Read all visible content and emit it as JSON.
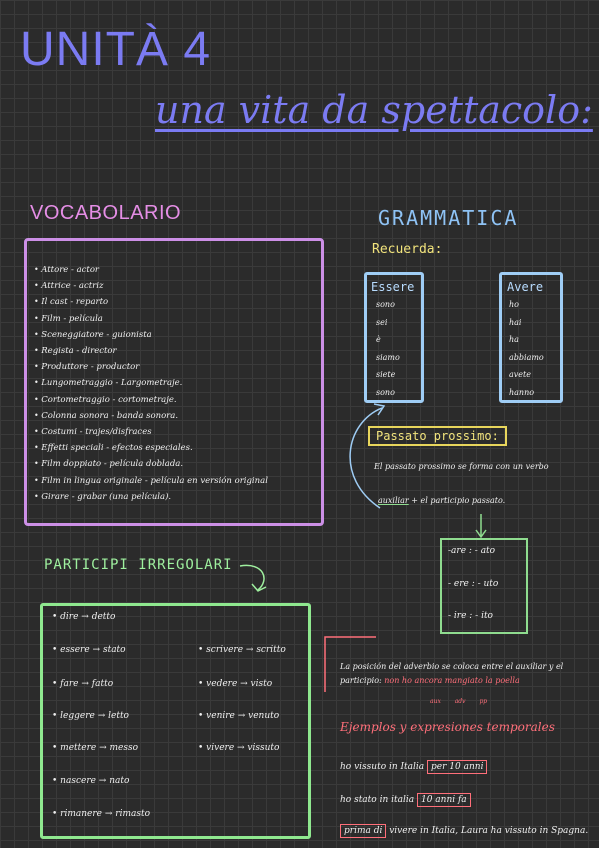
{
  "title": "UNITÀ 4",
  "subtitle": "una vita da spettacolo:",
  "vocabolario": {
    "heading": "VOCABOLARIO",
    "items": [
      "Attore - actor",
      "Attrice - actriz",
      "Il cast - reparto",
      "Film - película",
      "Sceneggiatore - guionista",
      "Regista - director",
      "Produttore - productor",
      "Lungometraggio - Largometraje.",
      "Cortometraggio - cortometraje.",
      "Colonna sonora - banda sonora.",
      "Costumi - trajes/disfraces",
      "Effetti speciali - efectos especiales.",
      "Film doppiato - película doblada.",
      "Film in lingua originale - película en versión original",
      "Girare - grabar (una película)."
    ]
  },
  "grammatica": {
    "heading": "GRAMMATICA",
    "recuerda": "Recuerda:",
    "essere": {
      "title": "Essere",
      "forms": [
        "sono",
        "sei",
        "è",
        "siamo",
        "siete",
        "sono"
      ]
    },
    "avere": {
      "title": "Avere",
      "forms": [
        "ho",
        "hai",
        "ha",
        "abbiamo",
        "avete",
        "hanno"
      ]
    },
    "passato_title": "Passato prossimo:",
    "passato_line1": "El passato prossimo se forma con un verbo",
    "passato_aux": "auxiliar",
    "passato_line2": "+ el participio passato.",
    "endings": [
      "-are : - ato",
      "- ere : - uto",
      "- ire : - ito"
    ]
  },
  "participi": {
    "heading": "PARTICIPI IRREGOLARI",
    "left": [
      "dire → detto",
      "essere → stato",
      "fare → fatto",
      "leggere → letto",
      "mettere → messo",
      "nascere → nato",
      "rimanere → rimasto"
    ],
    "right": [
      "scrivere → scritto",
      "vedere → visto",
      "venire → venuto",
      "vivere → vissuto"
    ]
  },
  "adverbio": {
    "text": "La posición del adverbio se coloca entre el auxiliar y el participio:",
    "example": "non ho ancora mangiato la poella",
    "labels": "aux adv pp"
  },
  "ejemplos": {
    "heading": "Ejemplos y expresiones temporales",
    "ex1": "ho vissuto in Italia",
    "ex1_box": "per 10 anni",
    "ex2": "ho stato in italia",
    "ex2_box": "10 anni fa",
    "ex3_box": "prima di",
    "ex3": "vivere in Italia, Laura ha vissuto in Spagna."
  },
  "colors": {
    "title": "#7b7bf2",
    "vocab": "#cc8fe6",
    "gram": "#9fcdf5",
    "yellow": "#f1e37c",
    "green": "#8fe88f",
    "red": "#ff6f7a"
  }
}
